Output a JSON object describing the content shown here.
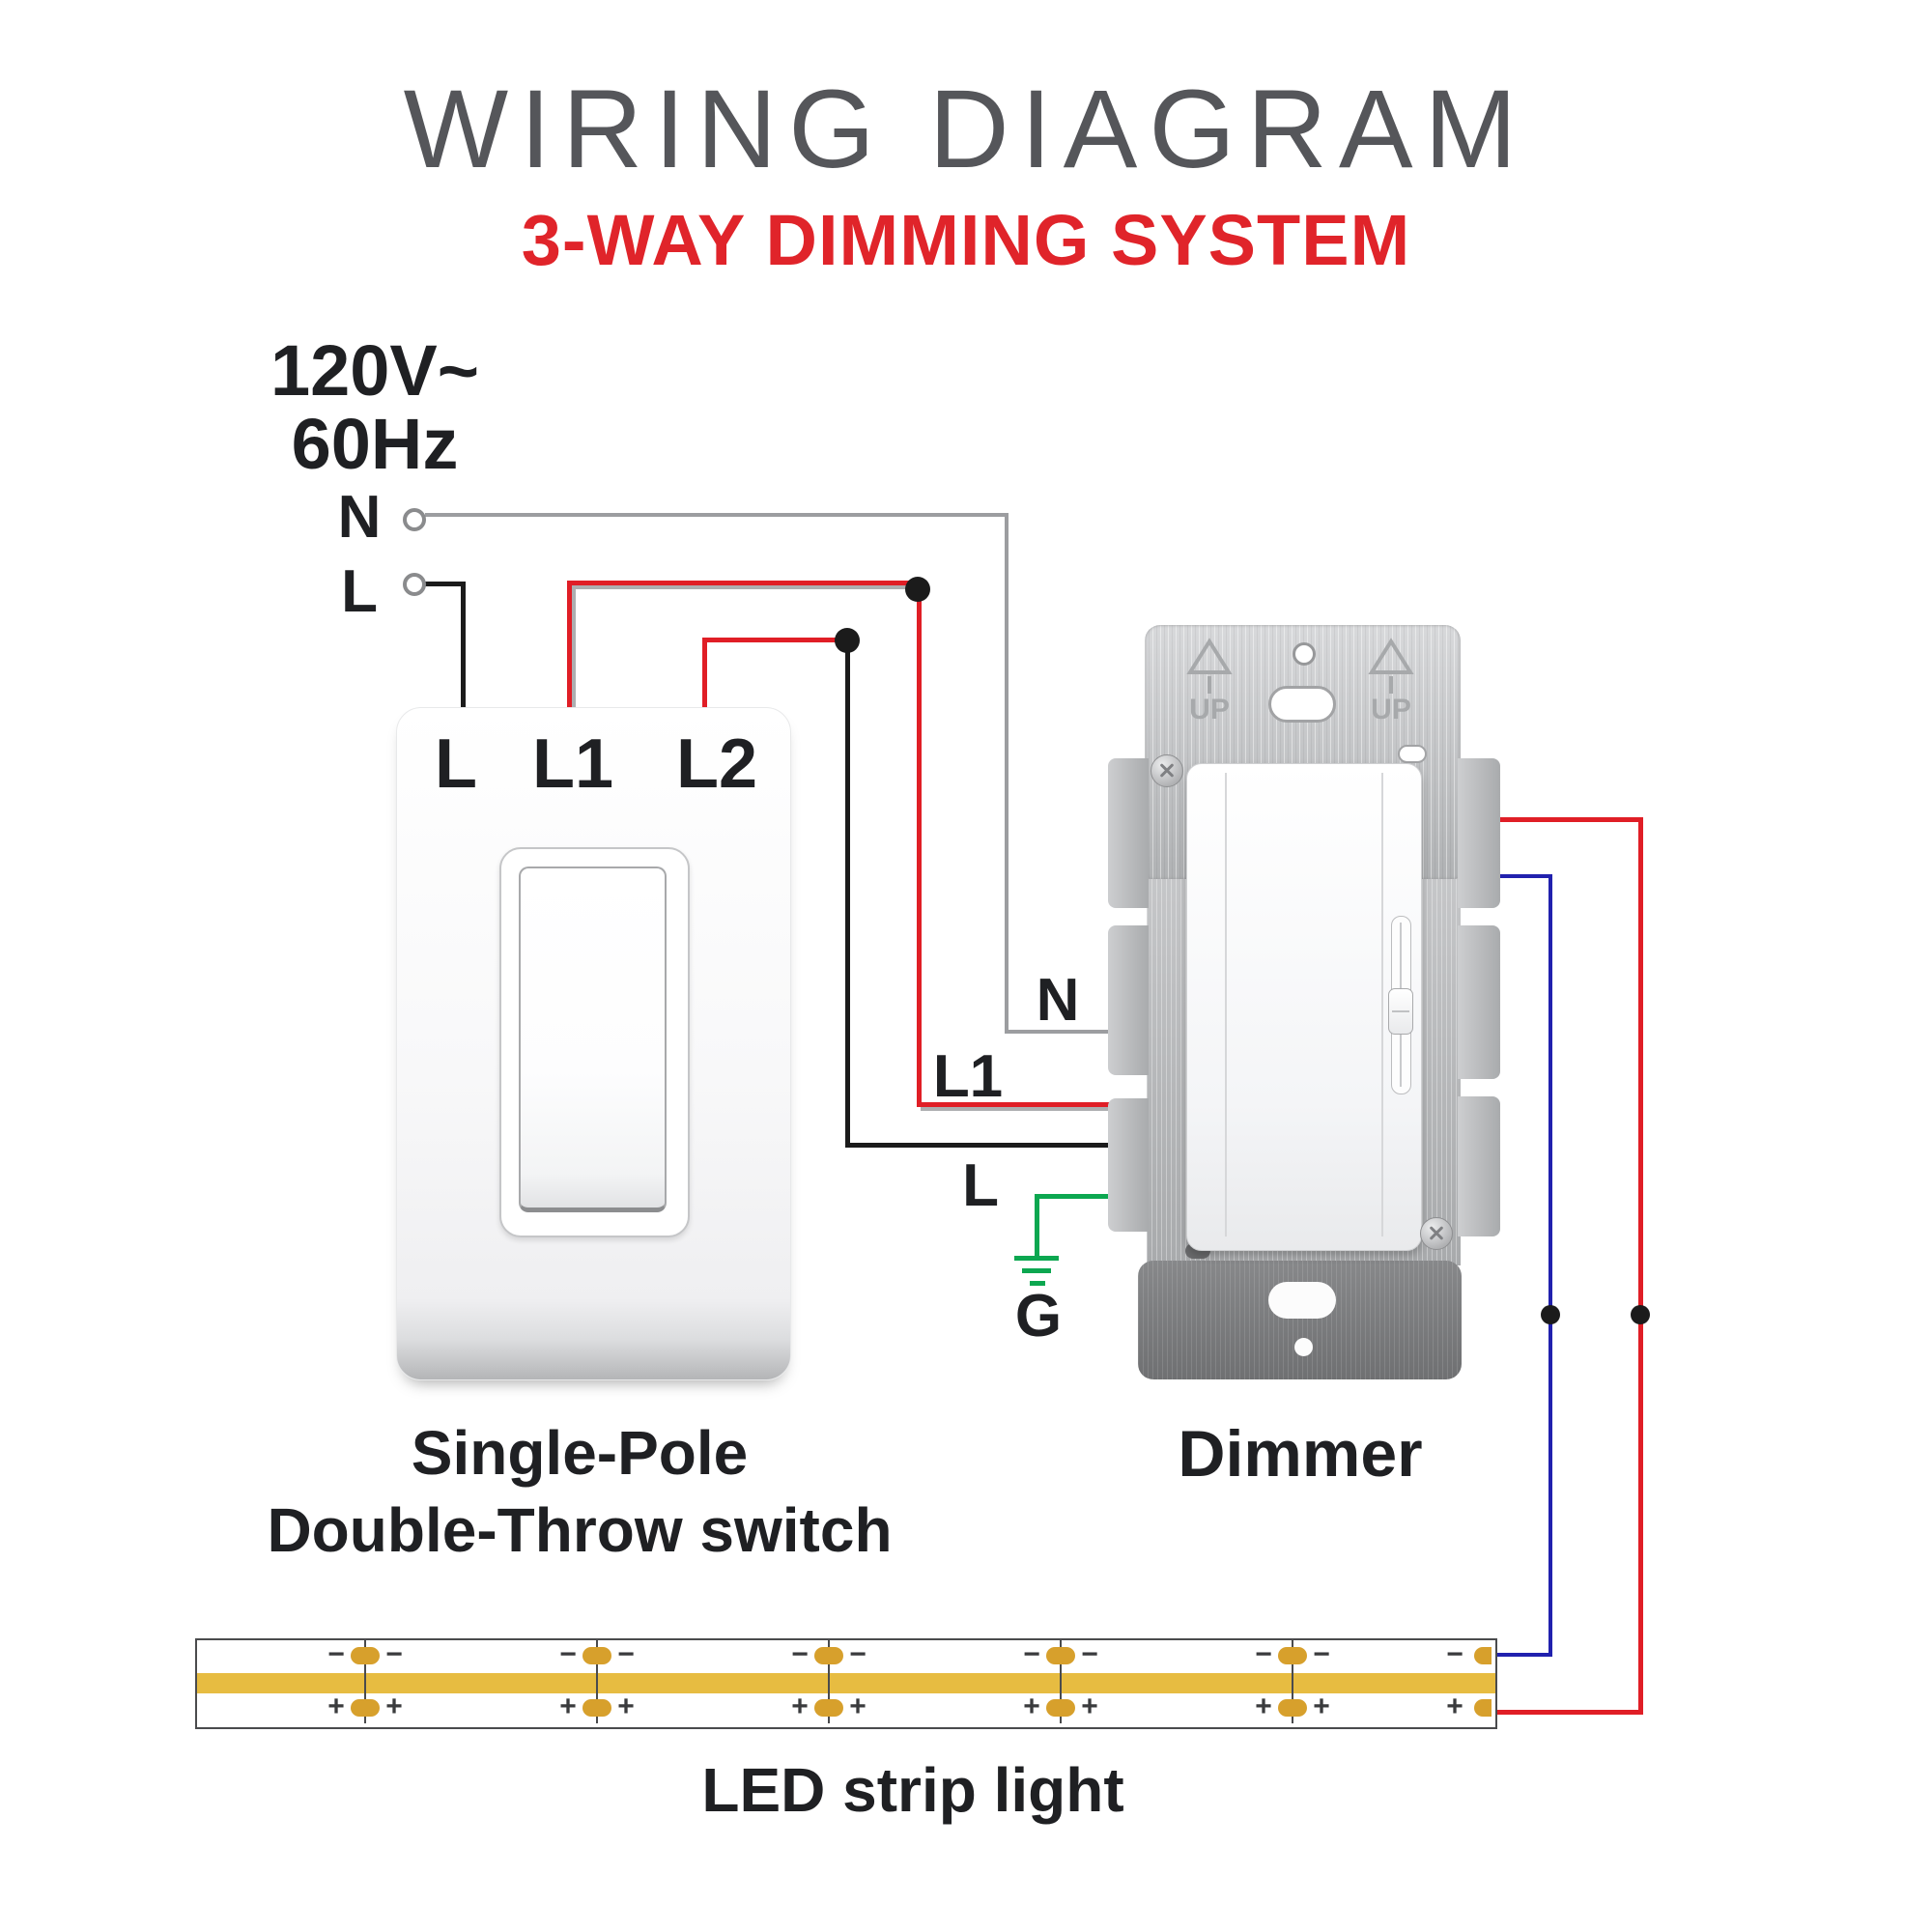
{
  "header": {
    "title": "WIRING DIAGRAM",
    "subtitle": "3-WAY DIMMING SYSTEM",
    "title_color": "#55565A",
    "subtitle_color": "#E0242A"
  },
  "power_source": {
    "voltage": "120V~",
    "frequency": "60Hz",
    "neutral_label": "N",
    "line_label": "L"
  },
  "switch": {
    "terminal_l": "L",
    "terminal_l1": "L1",
    "terminal_l2": "L2",
    "caption_line1": "Single-Pole",
    "caption_line2": "Double-Throw switch"
  },
  "dimmer": {
    "caption": "Dimmer",
    "terminal_n": "N",
    "terminal_l1": "L1",
    "terminal_l": "L",
    "ground_label": "G",
    "up_label": "UP"
  },
  "led_strip": {
    "caption": "LED strip light",
    "minus_sign": "−",
    "plus_sign": "+"
  },
  "wire_colors": {
    "neutral_gray": "#9C9DA0",
    "line_black": "#1B1B1B",
    "traveler_red": "#E01E26",
    "ground_green": "#0CA750",
    "led_negative_blue": "#2121AE"
  }
}
